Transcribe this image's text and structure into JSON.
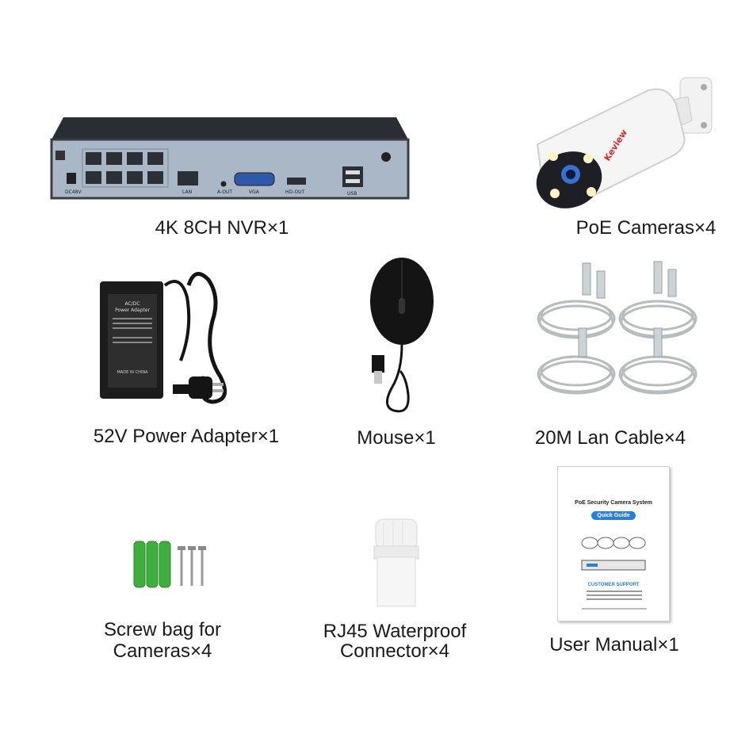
{
  "items": {
    "nvr": {
      "label": "4K 8CH NVR×1",
      "ports": [
        "DC48V",
        "LAN",
        "A-OUT",
        "VGA",
        "HD-OUT",
        "USB"
      ]
    },
    "camera": {
      "label": "PoE Cameras×4",
      "brand": "Keview"
    },
    "adapter": {
      "label": "52V Power Adapter×1",
      "title_line1": "AC/DC",
      "title_line2": "Power Adapter",
      "made_in": "MADE IN CHINA"
    },
    "mouse": {
      "label": "Mouse×1"
    },
    "cable": {
      "label": "20M Lan Cable×4"
    },
    "screws": {
      "label_line1": "Screw bag for",
      "label_line2": "Cameras×4"
    },
    "connector": {
      "label_line1": "RJ45 Waterproof",
      "label_line2": "Connector×4"
    },
    "manual": {
      "label": "User Manual×1",
      "title": "PoE Security Camera System",
      "badge": "Quick Guide",
      "support_heading": "CUSTOMER SUPPORT"
    }
  },
  "colors": {
    "nvr_body": "#aab7c6",
    "nvr_top": "#2a2d33",
    "guide_badge": "#2a7fd8",
    "anchor_green": "#3fae3f",
    "cable_gray": "#b8bcbf"
  }
}
